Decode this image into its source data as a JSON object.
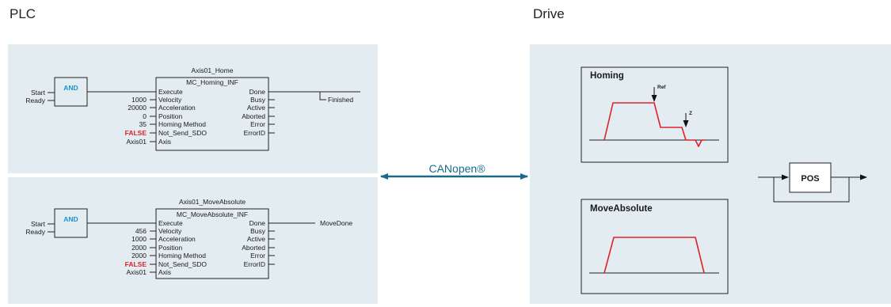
{
  "labels": {
    "plc": "PLC",
    "drive": "Drive",
    "bus": "CANopen®"
  },
  "colors": {
    "panel": "#e3ecf1",
    "bus_arrow": "#1a6b8a",
    "and_text": "#1a8fd6",
    "false_text": "#e0212b",
    "profile_line": "#e0212b"
  },
  "home_block": {
    "instance": "Axis01_Home",
    "fb_name": "MC_Homing_INF",
    "gate": "AND",
    "gate_inputs": [
      "Start",
      "Ready"
    ],
    "inputs": [
      {
        "value": "",
        "name": "Execute"
      },
      {
        "value": "1000",
        "name": "Velocity"
      },
      {
        "value": "20000",
        "name": "Acceleration"
      },
      {
        "value": "0",
        "name": "Position"
      },
      {
        "value": "35",
        "name": "Homing Method"
      },
      {
        "value": "FALSE",
        "name": "Not_Send_SDO"
      },
      {
        "value": "Axis01",
        "name": "Axis"
      }
    ],
    "outputs": [
      "Done",
      "Busy",
      "Active",
      "Aborted",
      "Error",
      "ErrorID"
    ],
    "result": "Finished"
  },
  "move_block": {
    "instance": "Axis01_MoveAbsolute",
    "fb_name": "MC_MoveAbsolute_INF",
    "gate": "AND",
    "gate_inputs": [
      "Start",
      "Ready"
    ],
    "inputs": [
      {
        "value": "",
        "name": "Execute"
      },
      {
        "value": "456",
        "name": "Velocity"
      },
      {
        "value": "1000",
        "name": "Acceleration"
      },
      {
        "value": "2000",
        "name": "Position"
      },
      {
        "value": "2000",
        "name": "Homing Method"
      },
      {
        "value": "FALSE",
        "name": "Not_Send_SDO"
      },
      {
        "value": "Axis01",
        "name": "Axis"
      }
    ],
    "outputs": [
      "Done",
      "Busy",
      "Active",
      "Aborted",
      "Error",
      "ErrorID"
    ],
    "result": "MoveDone"
  },
  "homing_graph": {
    "title": "Homing",
    "marker_ref": "Ref",
    "marker_z": "Z"
  },
  "move_graph": {
    "title": "MoveAbsolute"
  },
  "pos_block": {
    "label": "POS"
  }
}
